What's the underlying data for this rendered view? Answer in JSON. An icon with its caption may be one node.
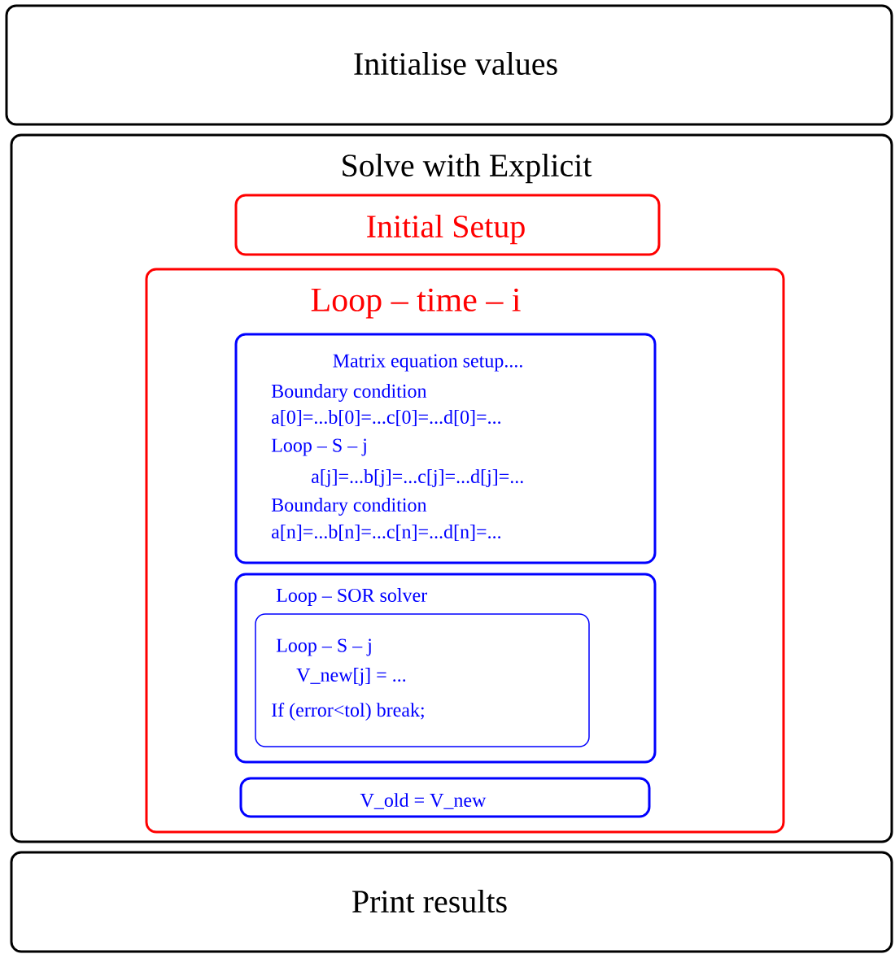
{
  "diagram": {
    "nodes": [
      {
        "text": [
          "Initialise values"
        ]
      },
      {
        "text": [
          "Solve with Explicit"
        ]
      },
      {
        "text": [
          "Initial Setup"
        ],
        "in": 1
      },
      {
        "text": [
          "Loop – time – i"
        ],
        "in": 1
      },
      {
        "text": [
          "Matrix equation setup....",
          "Boundary condition",
          "a[0]=...b[0]=...c[0]=...d[0]=...",
          "Loop – S – j",
          "a[j]=...b[j]=...c[j]=...d[j]=...",
          "Boundary condition",
          "a[n]=...b[n]=...c[n]=...d[n]=..."
        ],
        "in": 3
      },
      {
        "text": [
          "Loop – SOR solver"
        ],
        "in": 3
      },
      {
        "text": [
          "Loop – S – j",
          "V_new[j] = ...",
          "If (error<tol) break;"
        ],
        "in": 5
      },
      {
        "text": [
          "V_old = V_new"
        ],
        "in": 3
      },
      {
        "text": [
          "Print results"
        ]
      }
    ]
  }
}
